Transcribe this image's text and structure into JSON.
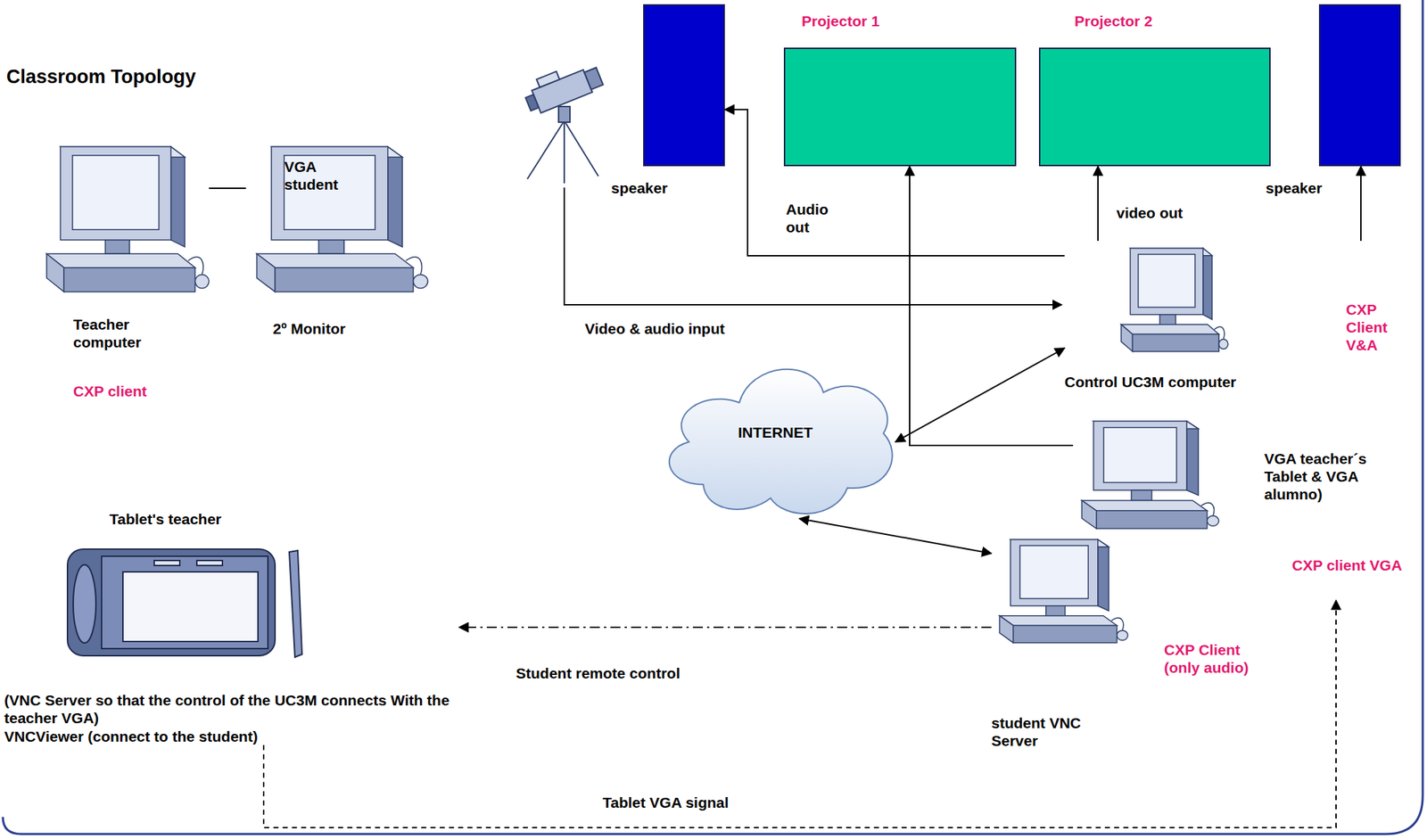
{
  "diagram": {
    "title": "Classroom Topology",
    "nodes": [
      {
        "text": [
          "Teacher computer",
          "CXP client"
        ]
      },
      {
        "text": [
          "VGA student",
          "2º Monitor"
        ]
      },
      {
        "text": [
          "speaker"
        ]
      },
      {
        "text": [
          "Projector 1"
        ]
      },
      {
        "text": [
          "Projector 2"
        ]
      },
      {
        "text": [
          "speaker"
        ]
      },
      {
        "text": [
          "CXP Client V&A",
          "Control UC3M computer"
        ]
      },
      {
        "text": [
          "INTERNET"
        ]
      },
      {
        "text": [
          "VGA teacher´s Tablet & VGA alumno)",
          "CXP client VGA"
        ]
      },
      {
        "text": [
          "Tablet's teacher",
          "(VNC Server so that the control of the UC3M connects With the teacher VGA)",
          "VNCViewer (connect to the student)"
        ]
      },
      {
        "text": [
          "CXP Client (only audio)",
          "student VNC Server"
        ]
      }
    ],
    "edges": [
      {
        "from": 0,
        "to": 1,
        "arrow": "none"
      },
      {
        "from": 6,
        "to": 2,
        "label": "Audio out",
        "arrow": "to"
      },
      {
        "from": 6,
        "to": 4,
        "label": "video out",
        "arrow": "to"
      },
      {
        "from": 6,
        "to": 5,
        "arrow": "to"
      },
      {
        "from": 8,
        "to": 3,
        "arrow": "to"
      },
      {
        "from": 6,
        "to": 7,
        "arrow": "both"
      },
      {
        "from": 7,
        "to": 10,
        "arrow": "both"
      },
      {
        "from": 10,
        "to": 9,
        "label": "Student remote control",
        "arrow": "to"
      },
      {
        "from": 9,
        "to": 8,
        "label": "Tablet VGA signal",
        "arrow": "to"
      }
    ],
    "labels": [
      "Video & audio input"
    ]
  }
}
